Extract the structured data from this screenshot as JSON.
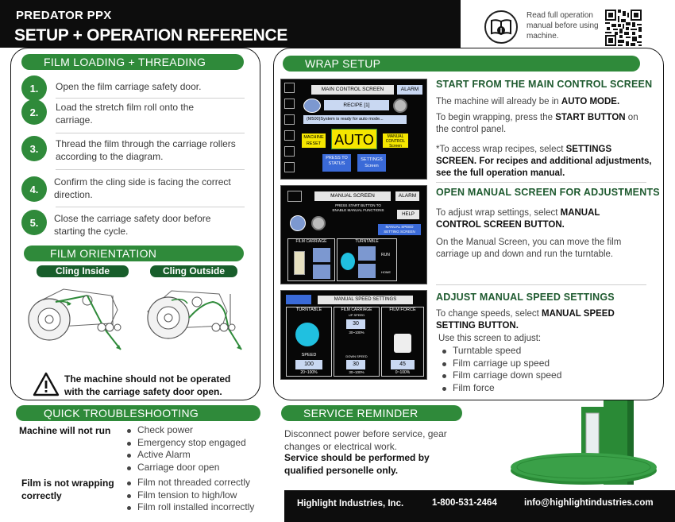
{
  "header": {
    "brand": "PREDATOR PPX",
    "title": "SETUP + OPERATION REFERENCE",
    "read_note": "Read full operation manual before using machine."
  },
  "film_loading": {
    "title": "FILM LOADING + THREADING",
    "steps": [
      {
        "num": "1.",
        "text": "Open the film carriage safety door."
      },
      {
        "num": "2.",
        "text": "Load the stretch film roll onto the carriage."
      },
      {
        "num": "3.",
        "text": "Thread the film through the carriage rollers according to the diagram."
      },
      {
        "num": "4.",
        "text": "Confirm the cling side is facing the correct direction."
      },
      {
        "num": "5.",
        "text": "Close the carriage safety door before starting the cycle."
      }
    ]
  },
  "film_orientation": {
    "title": "FILM ORIENTATION",
    "inside": "Cling Inside",
    "outside": "Cling Outside",
    "warning": "The machine should not be operated with the carriage safety door open."
  },
  "wrap_setup": {
    "title": "WRAP SETUP",
    "s1": {
      "title": "START FROM THE MAIN CONTROL SCREEN",
      "p1_a": "The machine will already be in ",
      "p1_b": "AUTO MODE.",
      "p2_a": "To begin wrapping, press the ",
      "p2_b": "START BUTTON",
      "p2_c": " on the control panel.",
      "p3_a": "*To access wrap recipes, select ",
      "p3_b": "SETTINGS SCREEN. For recipes and additional adjustments, see the full operation manual."
    },
    "s2": {
      "title": "OPEN MANUAL SCREEN FOR ADJUSTMENTS",
      "p1_a": "To adjust wrap settings, select ",
      "p1_b": "MANUAL CONTROL SCREEN BUTTON.",
      "p2": "On the Manual Screen, you can move the film carriage up and down and run the turntable."
    },
    "s3": {
      "title": "ADJUST MANUAL SPEED SETTINGS",
      "p1_a": "To change speeds, select ",
      "p1_b": "MANUAL SPEED SETTING BUTTON.",
      "p2": "Use this screen to adjust:",
      "items": [
        "Turntable speed",
        "Film carriage up speed",
        "Film carriage down speed",
        "Film force"
      ]
    }
  },
  "screen1": {
    "title": "MAIN CONTROL SCREEN",
    "alarm": "ALARM",
    "recipe": "RECIPE [1]",
    "status": "(M500)System is ready for auto mode...",
    "machine_reset": "MACHINE RESET",
    "auto": "AUTO",
    "manual_control": "MANUAL CONTROL Screen",
    "press_to_status": "PRESS TO STATUS",
    "settings": "SETTINGS Screen"
  },
  "screen2": {
    "title": "MANUAL SCREEN",
    "alarm": "ALARM",
    "msg": "PRESS START BUTTON TO ENABLE MANUAL FUNCTIONS",
    "help": "HELP",
    "speed_btn": "MANUAL SPEED SETTING SCREEN",
    "carriage": "FILM CARRIAGE",
    "turntable": "TURNTABLE",
    "run": "RUN",
    "home": "HOME"
  },
  "screen3": {
    "title": "MANUAL SPEED SETTINGS",
    "turntable": "TURNTABLE",
    "carriage": "FILM CARRIAGE",
    "up_speed": "UP SPEED",
    "down_speed": "DOWN SPEED",
    "force": "FILM FORCE",
    "speed": "SPEED",
    "tt_val": "100",
    "tt_range": "20~100%",
    "up_val": "30",
    "up_range": "30~100%",
    "down_val": "30",
    "down_range": "30~100%",
    "force_val": "45",
    "force_range": "0~100%"
  },
  "troubleshooting": {
    "title": "QUICK TROUBLESHOOTING",
    "groups": [
      {
        "label": "Machine will not run",
        "items": [
          "Check power",
          "Emergency stop engaged",
          "Active Alarm",
          "Carriage door open"
        ]
      },
      {
        "label": "Film is not wrapping correctly",
        "items": [
          "Film not threaded correctly",
          "Film tension to high/low",
          "Film roll installed incorrectly"
        ]
      }
    ]
  },
  "service": {
    "title": "SERVICE REMINDER",
    "p1": "Disconnect power before service, gear changes or electrical work.",
    "p2": "Service should be performed by qualified personelle only."
  },
  "footer": {
    "company": "Highlight Industries, Inc.",
    "phone": "1-800-531-2464",
    "email": "info@highlightindustries.com"
  },
  "colors": {
    "green": "#2f8a3a",
    "dark_green": "#185e2b",
    "screen_blue": "#c9d8f2",
    "auto_yellow": "#f5e600",
    "machine_green": "#2a8a36"
  }
}
